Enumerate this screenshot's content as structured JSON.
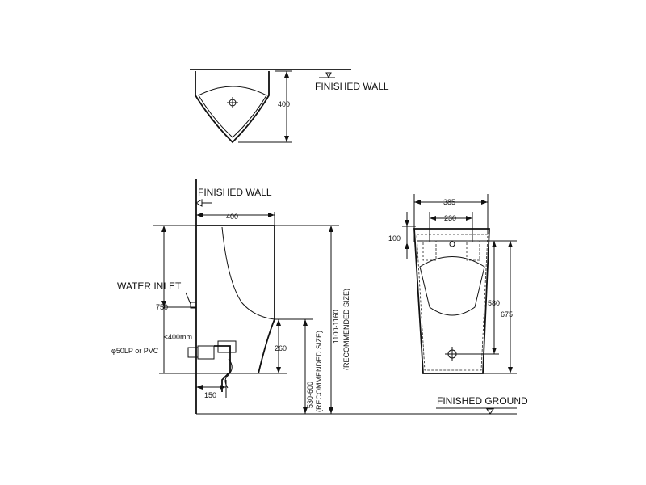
{
  "labels": {
    "top_finished_wall": "FINISHED WALL",
    "top_dim_400": "400",
    "side_finished_wall": "FINISHED WALL",
    "side_dim_400": "400",
    "water_inlet": "WATER INLET",
    "dim_750": "750",
    "dim_le400": "≤400mm",
    "pipe": "φ50LP or PVC",
    "dim_260": "260",
    "dim_150": "150",
    "dim_530_600": "530-600",
    "rec_size_1": "(RECOMMENDED SIZE)",
    "dim_1100_1160": "1100-1160",
    "rec_size_2": "(RECOMMENDED SIZE)",
    "front_385": "385",
    "front_230": "230",
    "front_100": "100",
    "front_580": "580",
    "front_675": "675",
    "finished_ground": "FINISHED GROUND"
  }
}
